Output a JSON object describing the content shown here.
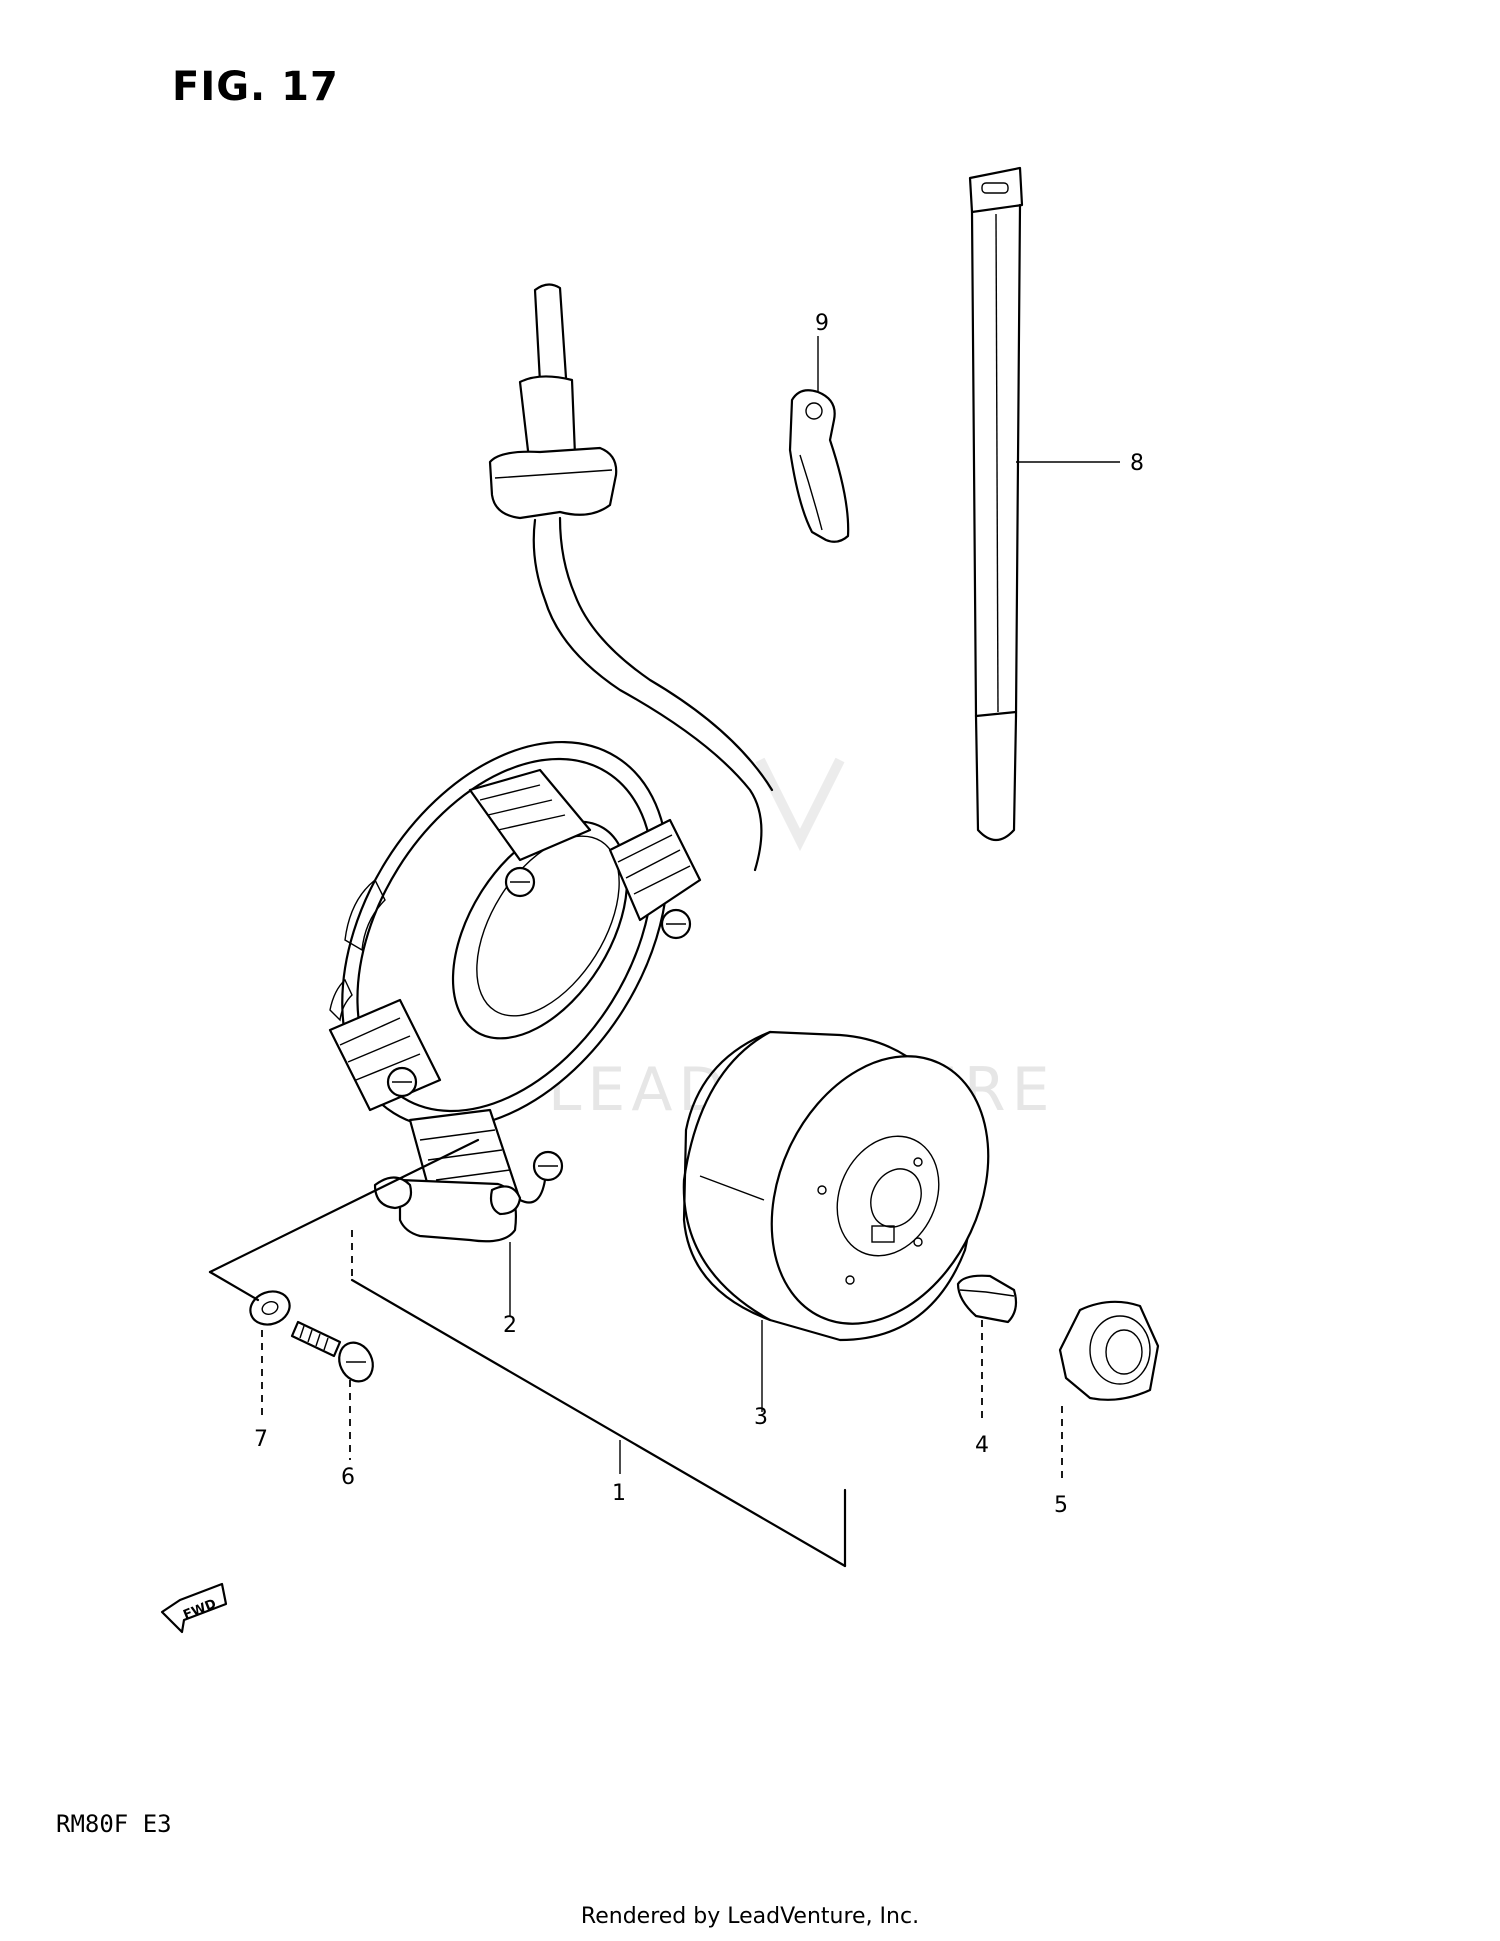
{
  "figure": {
    "title": "FIG. 17",
    "model_code": "RM80F E3",
    "footer": "Rendered by LeadVenture, Inc.",
    "watermark": "LEADVENTURE",
    "direction_label": "FWD"
  },
  "callouts": [
    "1",
    "2",
    "3",
    "4",
    "5",
    "6",
    "7",
    "8",
    "9"
  ],
  "colors": {
    "ink": "#000000",
    "paper": "#ffffff",
    "watermark": "#e6e6e6"
  }
}
